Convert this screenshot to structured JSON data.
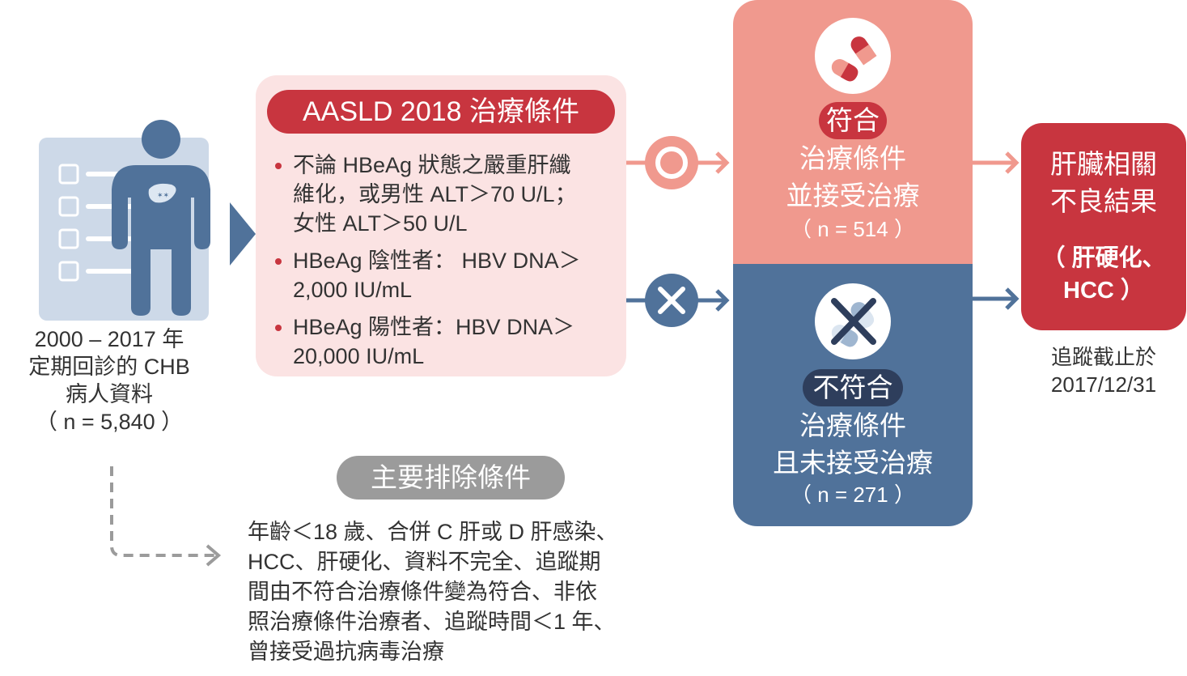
{
  "source": {
    "caption_lines": [
      "2000 – 2017 年",
      "定期回診的 CHB",
      "病人資料",
      "（ n = 5,840 ）"
    ],
    "icons": [
      "clipboard-icon",
      "patient-icon",
      "liver-icon"
    ]
  },
  "criteria": {
    "title": "AASLD 2018 治療條件",
    "items": [
      [
        "不論 HBeAg 狀態之嚴重肝纖",
        "維化，或男性 ALT＞70 U/L；",
        "女性 ALT＞50 U/L"
      ],
      [
        "HBeAg 陰性者： HBV DNA＞",
        "2,000 IU/mL"
      ],
      [
        "HBeAg 陽性者：HBV DNA＞",
        "20,000 IU/mL"
      ]
    ]
  },
  "exclusion": {
    "title": "主要排除條件",
    "lines": [
      "年齡＜18 歲、合併 C 肝或 D 肝感染、",
      "HCC、肝硬化、資料不完全、追蹤期",
      "間由不符合治療條件變為符合、非依",
      "照治療條件治療者、追蹤時間＜1 年、",
      "曾接受過抗病毒治療"
    ]
  },
  "match": {
    "tag": "符合",
    "line1": "治療條件",
    "line2": "並接受治療",
    "n": "（ n = 514 ）",
    "icon": "pill-icon"
  },
  "nomatch": {
    "tag": "不符合",
    "line1": "治療條件",
    "line2": "且未接受治療",
    "n": "（ n = 271 ）",
    "icon": "no-pill-icon"
  },
  "result": {
    "line1": "肝臟相關",
    "line2": "不良結果",
    "sub1": "（ 肝硬化、",
    "sub2": "HCC ）"
  },
  "followup": {
    "lines": [
      "追蹤截止於",
      "2017/12/31"
    ]
  },
  "colors": {
    "red": "#c8353f",
    "salmon": "#f0998e",
    "pink_bg": "#fbe3e3",
    "navy": "#50729a",
    "grey": "#9b9b9b",
    "light_blue": "#cdd9e8"
  }
}
